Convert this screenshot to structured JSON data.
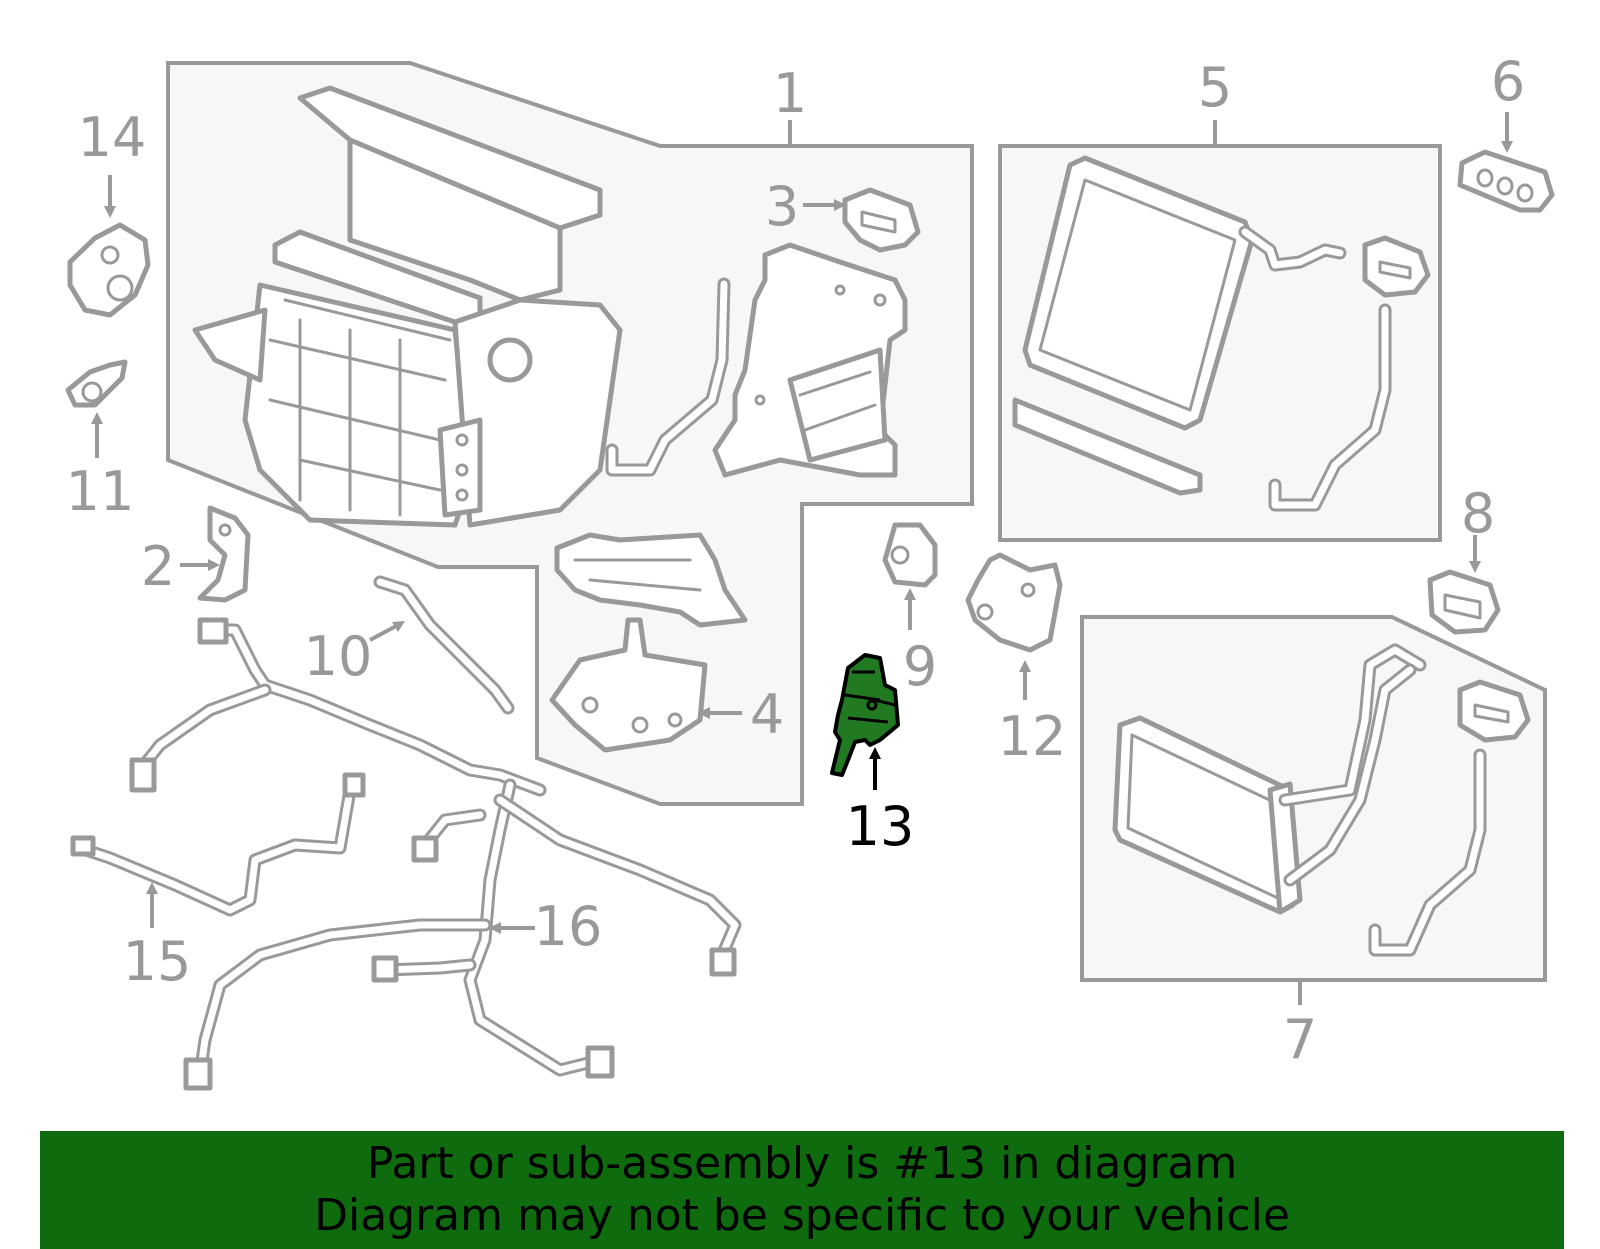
{
  "colors": {
    "line": "#999999",
    "highlight_fill": "#217a21",
    "banner_bg": "#0e6b0e",
    "banner_text": "#000000",
    "box_fill": "#f7f7f7"
  },
  "callouts": [
    {
      "id": "1",
      "label": "1"
    },
    {
      "id": "2",
      "label": "2"
    },
    {
      "id": "3",
      "label": "3"
    },
    {
      "id": "4",
      "label": "4"
    },
    {
      "id": "5",
      "label": "5"
    },
    {
      "id": "6",
      "label": "6"
    },
    {
      "id": "7",
      "label": "7"
    },
    {
      "id": "8",
      "label": "8"
    },
    {
      "id": "9",
      "label": "9"
    },
    {
      "id": "10",
      "label": "10"
    },
    {
      "id": "11",
      "label": "11"
    },
    {
      "id": "12",
      "label": "12"
    },
    {
      "id": "13",
      "label": "13",
      "highlighted": true
    },
    {
      "id": "14",
      "label": "14"
    },
    {
      "id": "15",
      "label": "15"
    },
    {
      "id": "16",
      "label": "16"
    }
  ],
  "banner": {
    "line1": "Part or sub-assembly is #13 in diagram",
    "line2": "Diagram may not be specific to your vehicle"
  }
}
